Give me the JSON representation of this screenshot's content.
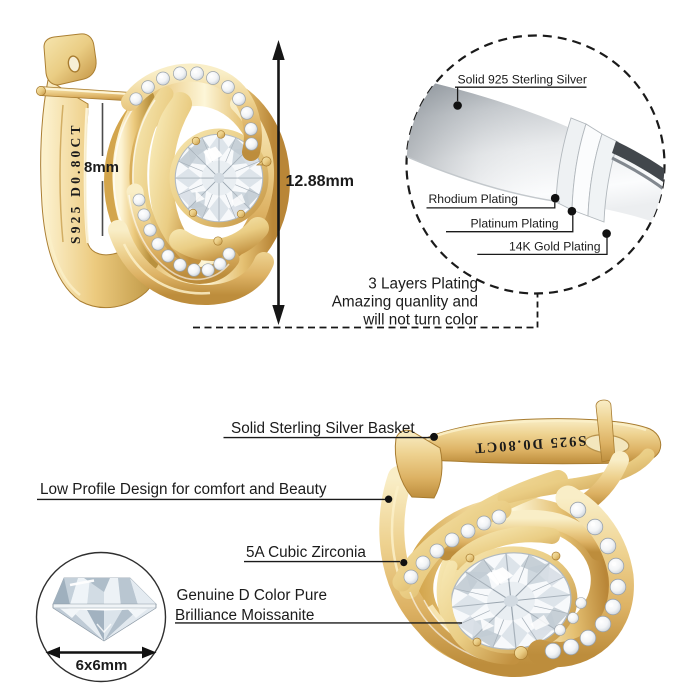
{
  "product": {
    "engraving": "S925 D0.80CT",
    "stone_size_label": "6x6mm",
    "dim_head_label": "8mm",
    "dim_total_label": "12.88mm"
  },
  "plating_diagram": {
    "labels": {
      "silver": "Solid 925 Sterling Silver",
      "rhodium": "Rhodium Plating",
      "platinum": "Platinum Plating",
      "gold": "14K Gold Plating"
    },
    "caption_line1": "3 Layers Plating",
    "caption_line2": "Amazing quanlity and",
    "caption_line3": "will not turn color"
  },
  "callouts": {
    "basket": "Solid Sterling Silver Basket",
    "low_profile": "Low Profile Design for comfort and Beauty",
    "zirconia": "5A Cubic Zirconia",
    "moissanite_line1": "Genuine D Color Pure",
    "moissanite_line2": "Brilliance Moissanite"
  },
  "colors": {
    "gold_light": "#f8ecc4",
    "gold_mid": "#e9c878",
    "gold_dark": "#c0913e",
    "ink": "#1b1b1b"
  }
}
